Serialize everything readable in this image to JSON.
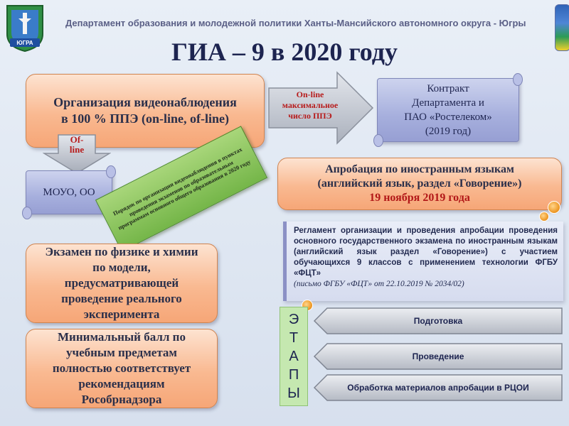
{
  "header": {
    "department": "Департамент образования и молодежной политики  Ханты-Мансийского автономного округа - Югры",
    "title": "ГИА – 9 в 2020 году",
    "emblem_text": "ЮГРА"
  },
  "left_top_box": {
    "line1": "Организация видеонаблюдения",
    "line2": "в 100 % ППЭ (on-line, of-line)"
  },
  "arrow_online": {
    "line1": "On-line",
    "line2": "максимальное",
    "line3": "число ППЭ"
  },
  "contract_box": {
    "line1": "Контракт",
    "line2": "Департамента и",
    "line3": "ПАО «Ростелеком»",
    "line4": "(2019 год)"
  },
  "arrow_ofline": {
    "line1": "Of-",
    "line2": "line"
  },
  "mouo_box": {
    "text": "МОУО, ОО"
  },
  "green_label": {
    "text": "Порядок по организации видеонаблюдения в пунктах проведения экзаменов по образовательным программам основного общего образования в 2020 году"
  },
  "approbation_box": {
    "line1": "Апробация по иностранным языкам",
    "line2": "(английский язык, раздел «Говорение»)",
    "date": "19 ноября 2019 года"
  },
  "regulation_box": {
    "text": "Регламент организации и проведения апробации проведения основного государственного экзамена по иностранным языкам (английский язык раздел «Говорение») с участием обучающихся 9 классов с применением технологии ФГБУ «ФЦТ»",
    "reference": "(письмо ФГБУ «ФЦТ» от 22.10.2019 № 2034/02)"
  },
  "physics_box": {
    "line1": "Экзамен по физике и химии",
    "line2": "по модели,",
    "line3": "предусматривающей",
    "line4": "проведение реального",
    "line5": "эксперимента"
  },
  "minball_box": {
    "line1": "Минимальный балл по",
    "line2": "учебным предметам",
    "line3": "полностью соответствует",
    "line4": "рекомендациям",
    "line5": "Рособрнадзора"
  },
  "stages": {
    "letters": [
      "Э",
      "Т",
      "А",
      "П",
      "Ы"
    ],
    "items": [
      "Подготовка",
      "Проведение",
      "Обработка материалов апробации в РЦОИ"
    ]
  },
  "colors": {
    "orange_box": "#f9b991",
    "blue_box": "#a6afdd",
    "green_label": "#8cc75e",
    "accent_red": "#b71b1b",
    "title_navy": "#1d2450"
  }
}
